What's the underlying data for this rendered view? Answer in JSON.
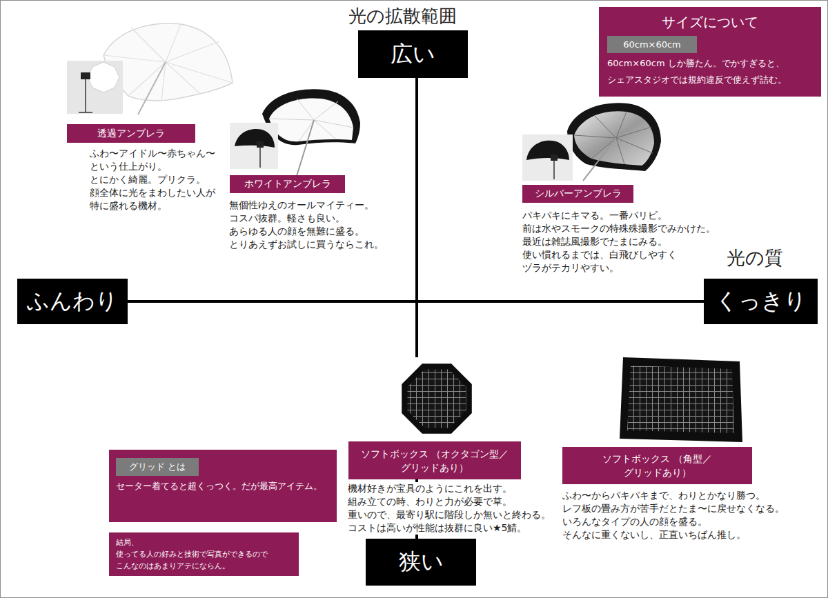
{
  "diagram": {
    "nodes": [
      {
        "text": [
          "広い"
        ]
      },
      {
        "text": [
          "サイズについて",
          "60cm×60cm しか勝たん。でかすぎると、 シェアスタジオでは規約違反で使えず詰む。"
        ]
      },
      {
        "text": [
          "60cm×60cm"
        ],
        "in": 1
      },
      {
        "text": [
          "透過アンブレラ"
        ]
      },
      {
        "text": [
          "ホワイトアンブレラ"
        ]
      },
      {
        "text": [
          "シルバーアンブレラ"
        ]
      },
      {
        "text": [
          "ふんわり"
        ]
      },
      {
        "text": [
          "くっきり"
        ]
      },
      {
        "text": [
          "ソフトボックス （オクタゴン型／グリッドあり）"
        ]
      },
      {
        "text": [
          "ソフトボックス （角型／グリッドあり）"
        ]
      },
      {
        "text": [
          "セーター着てると超くっつく。だが最高アイテム。"
        ]
      },
      {
        "text": [
          "グリッド とは"
        ],
        "in": 10
      },
      {
        "text": [
          "結局、使ってる人の好みと技術で写真ができるので こんなのはあまりアテにならん。"
        ]
      },
      {
        "text": [
          "狭い"
        ]
      }
    ],
    "edges": [
      {
        "from": 0,
        "to": 13,
        "arrow": "none"
      },
      {
        "from": 6,
        "to": 7,
        "arrow": "none"
      }
    ],
    "labels": [
      "光の拡散範囲",
      "ふわ〜アイドル〜赤ちゃん〜 という仕上がり。 とにかく綺麗。プリクラ。 顔全体に光をまわしたい人が 特に盛れる機材。",
      "無個性ゆえのオールマイティー。 コスパ抜群。軽さも良い。 あらゆる人の顔を無難に盛る。 とりあえずお試しに買うならこれ。",
      "パキパキにキマる。一番パリピ。 前は水やスモークの特殊殊撮影でみかけた。 最近は雑誌風撮影でたまにみる。 使い慣れるまでは、白飛びしやすく ヅラがテカリやすい。",
      "光の質",
      "機材好きが宝具のようにこれを出す。 組み立ての時、わりと力が必要で草。 重いので、最寄り駅に階段しか無いと終わる。 コストは高いが性能は抜群に良い★5鯖。",
      "ふわ〜からパキパキまで、わりとかなり勝つ。 レフ板の畳み方が苦手だとたま〜に戻せなくなる。 いろんなタイプの人の顔を盛る。 そんなに重くないし、正直いちばん推し。"
    ]
  }
}
